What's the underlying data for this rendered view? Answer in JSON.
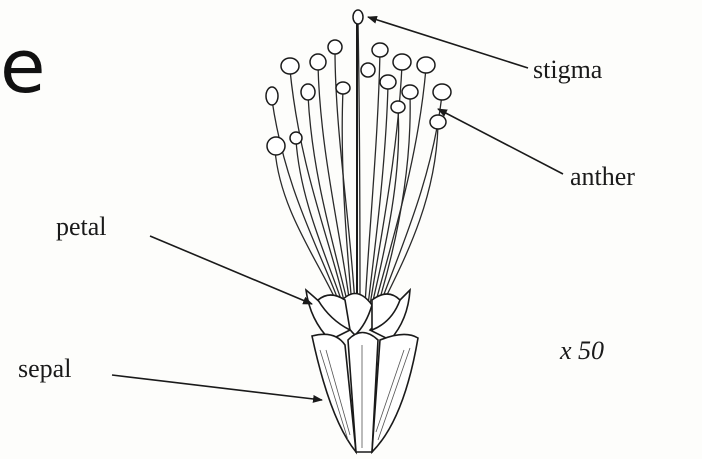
{
  "cut_text": "e",
  "labels": {
    "stigma": "stigma",
    "anther": "anther",
    "petal": "petal",
    "sepal": "sepal",
    "magnification": "x 50"
  },
  "colors": {
    "ink": "#1a1a1a",
    "paper": "#fdfdfb"
  }
}
